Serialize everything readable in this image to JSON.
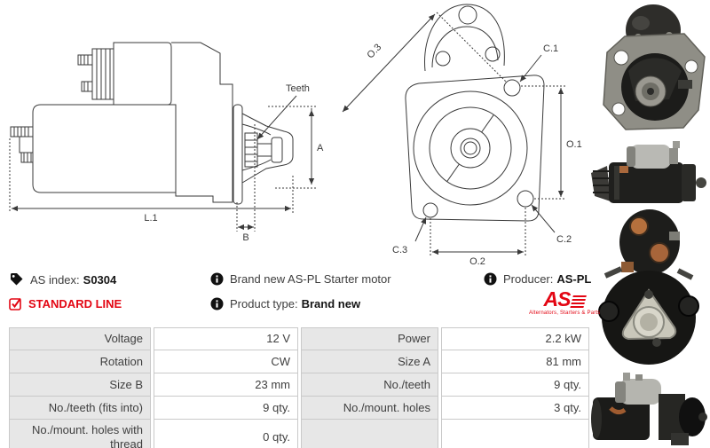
{
  "info": {
    "as_index": {
      "label": "AS index:",
      "value": "S0304"
    },
    "standard_line": "STANDARD LINE",
    "brand_new": "Brand new AS-PL Starter motor",
    "product_type": {
      "label": "Product type:",
      "value": "Brand new"
    },
    "producer": {
      "label": "Producer:",
      "value": "AS-PL"
    },
    "logo": {
      "text": "AS",
      "tagline": "Alternators, Starters & Parts"
    }
  },
  "diagrams": {
    "side_view": {
      "teeth": "Teeth",
      "a": "A",
      "l1": "L.1",
      "b": "B"
    },
    "front_view": {
      "o3": "O.3",
      "c1": "C.1",
      "o1": "O.1",
      "c2": "C.2",
      "c3": "C.3",
      "o2": "O.2"
    }
  },
  "spec_table": {
    "left_rows": [
      {
        "label": "Voltage",
        "value": "12 V"
      },
      {
        "label": "Rotation",
        "value": "CW"
      },
      {
        "label": "Size B",
        "value": "23 mm"
      },
      {
        "label": "No./teeth (fits into)",
        "value": "9 qty."
      },
      {
        "label": "No./mount. holes with thread",
        "value": "0 qty."
      }
    ],
    "right_rows": [
      {
        "label": "Power",
        "value": "2.2 kW"
      },
      {
        "label": "Size A",
        "value": "81 mm"
      },
      {
        "label": "No./teeth",
        "value": "9 qty."
      },
      {
        "label": "No./mount. holes",
        "value": "3 qty."
      },
      {
        "label": "",
        "value": ""
      }
    ]
  },
  "photos": [
    {
      "name": "front-flange-view"
    },
    {
      "name": "side-view"
    },
    {
      "name": "rear-end-view"
    },
    {
      "name": "side-view-alt"
    }
  ],
  "colors": {
    "accent_red": "#e30613",
    "line_color": "#3a3a3a",
    "table_label_bg": "#e7e7e7",
    "table_border": "#c9c9c9"
  }
}
